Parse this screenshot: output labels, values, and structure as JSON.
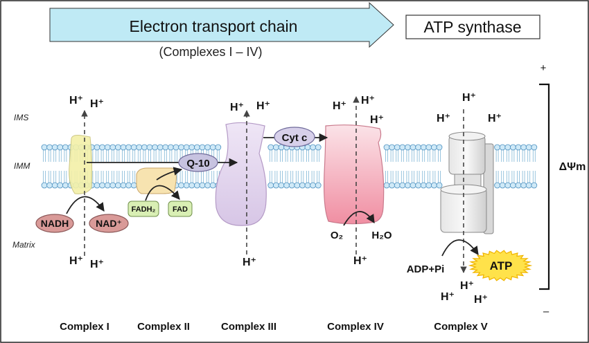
{
  "header": {
    "etc_title": "Electron transport chain",
    "etc_subtitle": "(Complexes I – IV)",
    "atp_synthase": "ATP synthase"
  },
  "regions": {
    "ims": "IMS",
    "imm": "IMM",
    "matrix": "Matrix"
  },
  "gradient": {
    "plus": "+",
    "minus": "–",
    "label": "ΔΨm"
  },
  "proton": "H⁺",
  "molecules": {
    "nadh": "NADH",
    "nad": "NAD⁺",
    "fadh2": "FADH₂",
    "fad": "FAD",
    "q10": "Q-10",
    "cytc": "Cyt c",
    "o2": "O₂",
    "h2o": "H₂O",
    "adp": "ADP+Pi",
    "atp": "ATP"
  },
  "complexes": [
    "Complex I",
    "Complex II",
    "Complex III",
    "Complex IV",
    "Complex V"
  ],
  "colors": {
    "arrow_fill": "#bfeaf5",
    "membrane_head": "#cfe9f7",
    "complex1": "#f3f0a8",
    "complex2": "#f7e3b0",
    "complex3": "#e9daf0",
    "complex4": "#f6c9d2",
    "nadh": "#d99a98",
    "fad": "#d9efb4",
    "q10": "#c7c3e0",
    "cytc": "#d7d0ea",
    "atp": "#ffe24a"
  }
}
